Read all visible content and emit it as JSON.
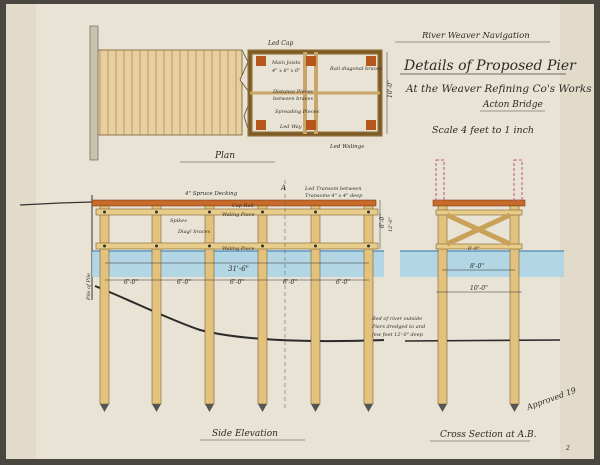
{
  "header": {
    "line1": "River Weaver Navigation",
    "title": "Details of Proposed Pier",
    "subtitle": "At the Weaver Refining Co's Works",
    "location": "Acton Bridge",
    "scale": "Scale 4 feet to 1 inch"
  },
  "plan": {
    "caption": "Plan",
    "labels": {
      "ledcap": "Led Cap",
      "main_joists": "Main Joists",
      "main_joists_size": "4\" x 8\" x 6\"",
      "rail_diagonal": "Rail diagonal braces",
      "distance_pieces": "Distance Pieces",
      "between_braces": "between braces",
      "spreading_pieces": "Spreading Pieces",
      "led_way": "Led Way",
      "led_walings": "Led Walings",
      "width_dim": "10'-0\""
    }
  },
  "elevation": {
    "caption": "Side Elevation",
    "labels": {
      "decking": "4\" Spruce Decking",
      "transom": "Led Transom between",
      "transom2": "Transoms 4\" x 4\" deep",
      "cap_rail": "Cap Rail",
      "waling": "Waling Piece",
      "diagonal": "Diag! braces",
      "waling_lower": "Waling Piece",
      "spikes": "Spikes",
      "height_dim": "6'-0\"",
      "span_total": "31'-6\"",
      "spans": [
        "6'-0\"",
        "6'-0\"",
        "6'-0\"",
        "6'-0\"",
        "6'-0\""
      ],
      "side_dim": "12'-0\"",
      "ground_note_1": "Bed of river outside",
      "ground_note_2": "Piers dredged to and",
      "ground_note_3": "few feet 12'-0\" deep",
      "pile_label": "Pile of Pile",
      "section_mark": "A"
    }
  },
  "section": {
    "caption": "Cross Section at A.B.",
    "top_dim": "8'-0\"",
    "mid_dim": "6'-0\"",
    "bottom_dim": "10'-0\""
  },
  "stamp": {
    "text": "Approved 19"
  },
  "corner_ref": "2"
}
